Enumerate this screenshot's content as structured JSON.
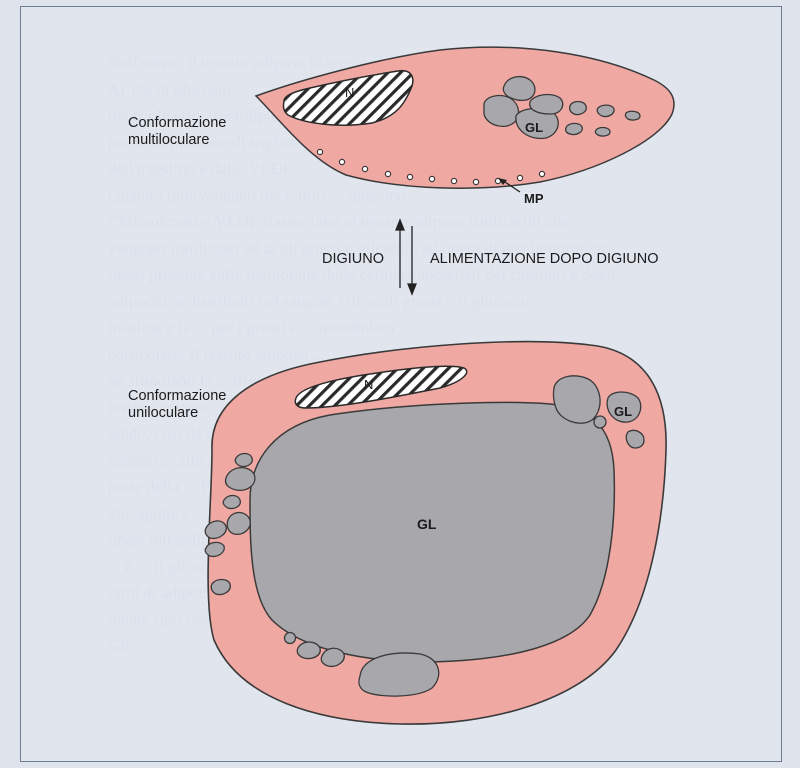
{
  "figure": {
    "top_label_line1": "Conformazione",
    "top_label_line2": "multiloculare",
    "bottom_label_line1": "Conformazione",
    "bottom_label_line2": "uniloculare",
    "arrow_left_label": "DIGIUNO",
    "arrow_right_label": "ALIMENTAZIONE DOPO DIGIUNO",
    "nucleus": "N",
    "lipid_droplet": "GL",
    "membrane_pits": "MP"
  },
  "colors": {
    "cytoplasm": "#f0a8a3",
    "lipid": "#a8a8ac",
    "outline": "#3a3a3a",
    "background": "#dfe4ec"
  },
  "background_text": [
    "Nell'uomo, il tessuto adiposo bianco è ubiq... al 99% ... ricca, un 2% di ...",
    "Al 1% di glucosio ... ",
    "dei trigliceridi, fosfolipidi ...",
    "per la formazione di trigliceridi ... prevalentemente dei chilomicroni",
    "dell'intestino e dalle VLDL ... ",
    "Qualora intervengano dei fattori ... intestino.",
    "Chilomicroni e VLDL trasportano al tessuto adiposo trigliceridi che",
    "vengono idrolizzati ad acidi grassi e glicerolo ad opera di una lipoproteina",
    "lipasi presente sulle membrane delle cellule endoteliali dei capillari e degli",
    "adipociti, e distribuiti nel sangue. Gli acidi grassi e il glucosio ...",
    "insulina e la ... per i grassi e ... metabolico ...",
    "particolare. Il tessuto adiposo ...",
    "ne stimolano la ... trigliceridi nel",
    "tessuto adiposo. ... per ridurre appunto",
    "tendo, così da una ... VLDL ... e creando che",
    "cedono ... alle ... trigliceridi",
    "parte della ... Per ... è stimolata dal",
    "glucagone e ... della lipoproteina",
    "lipasi intraadipocitaria, ... trigliceridi, mentre i",
    "... è ... il glicerolo ...",
    "rami di adipociti ... sono ...",
    "mente (laccone).",
    "Gli ... "
  ]
}
